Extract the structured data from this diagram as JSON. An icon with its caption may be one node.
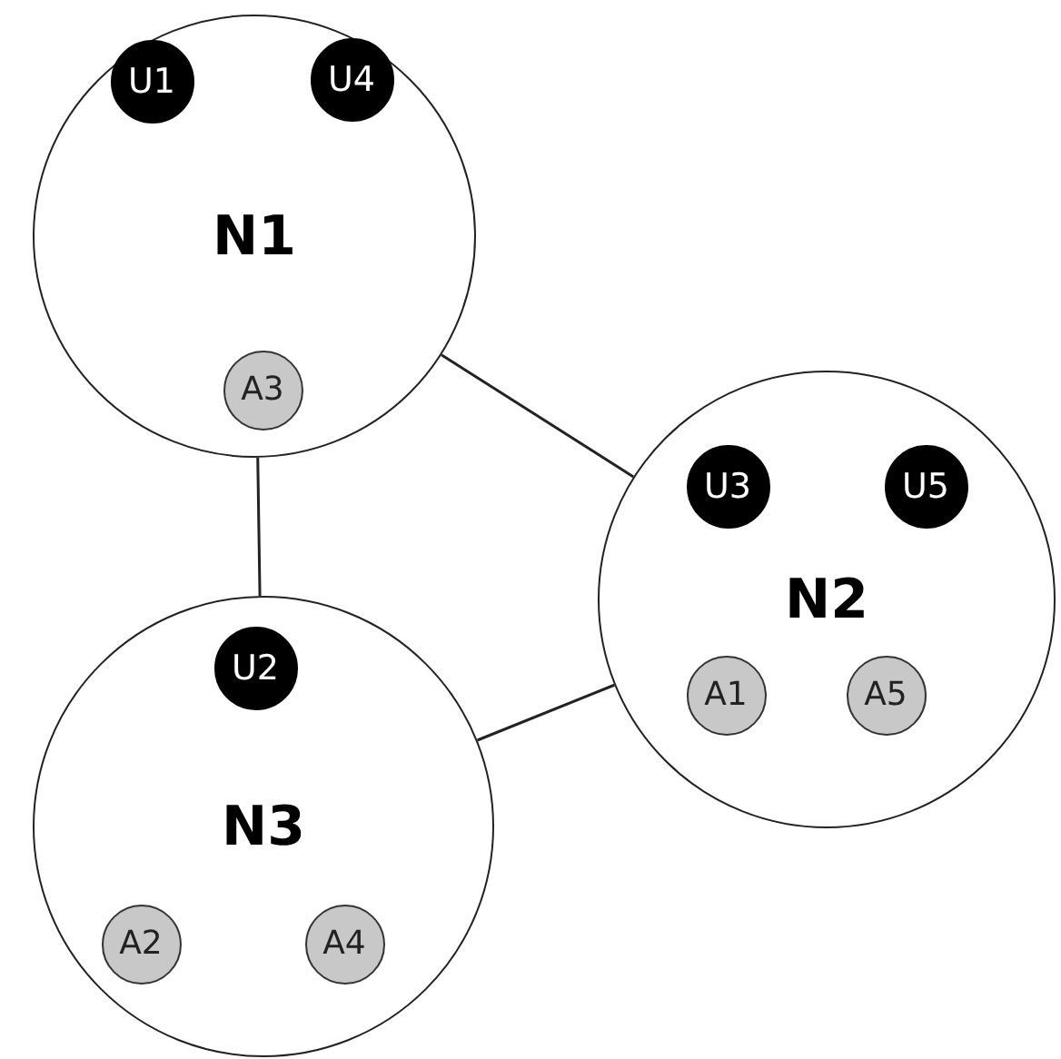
{
  "diagram": {
    "nodes": [
      {
        "text": [
          "N1"
        ]
      },
      {
        "text": [
          "U1"
        ],
        "in": 0
      },
      {
        "text": [
          "U4"
        ],
        "in": 0
      },
      {
        "text": [
          "A3"
        ],
        "in": 0
      },
      {
        "text": [
          "N2"
        ]
      },
      {
        "text": [
          "U3"
        ],
        "in": 4
      },
      {
        "text": [
          "U5"
        ],
        "in": 4
      },
      {
        "text": [
          "A1"
        ],
        "in": 4
      },
      {
        "text": [
          "A5"
        ],
        "in": 4
      },
      {
        "text": [
          "N3"
        ]
      },
      {
        "text": [
          "U2"
        ],
        "in": 9
      },
      {
        "text": [
          "A2"
        ],
        "in": 9
      },
      {
        "text": [
          "A4"
        ],
        "in": 9
      }
    ],
    "edges": [
      {
        "from": 0,
        "to": 4,
        "arrow": "none"
      },
      {
        "from": 0,
        "to": 9,
        "arrow": "none"
      },
      {
        "from": 9,
        "to": 4,
        "arrow": "none"
      }
    ]
  }
}
